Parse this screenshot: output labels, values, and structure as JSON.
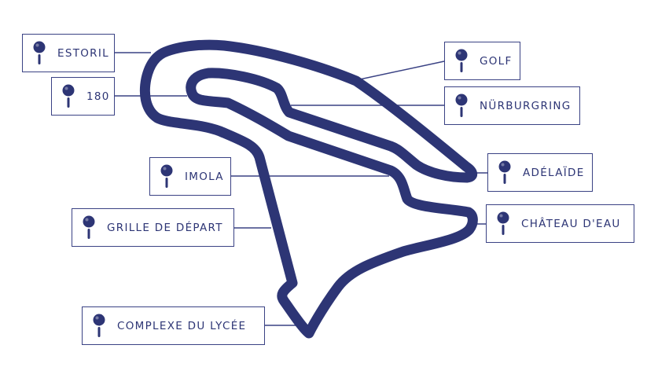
{
  "colors": {
    "track": "#2d3575",
    "text": "#2d3575",
    "border": "#3a4284"
  },
  "icon": "map-pin-icon",
  "corners": [
    {
      "id": "estoril",
      "label": "ESTORIL"
    },
    {
      "id": "180",
      "label": "180"
    },
    {
      "id": "golf",
      "label": "GOLF"
    },
    {
      "id": "nurburgring",
      "label": "NÜRBURGRING"
    },
    {
      "id": "adelaide",
      "label": "ADÉLAÏDE"
    },
    {
      "id": "imola",
      "label": "IMOLA"
    },
    {
      "id": "chateau-deau",
      "label": "CHÂTEAU D'EAU"
    },
    {
      "id": "grille-de-depart",
      "label": "GRILLE DE DÉPART"
    },
    {
      "id": "complexe-du-lycee",
      "label": "COMPLEXE DU LYCÉE"
    }
  ]
}
